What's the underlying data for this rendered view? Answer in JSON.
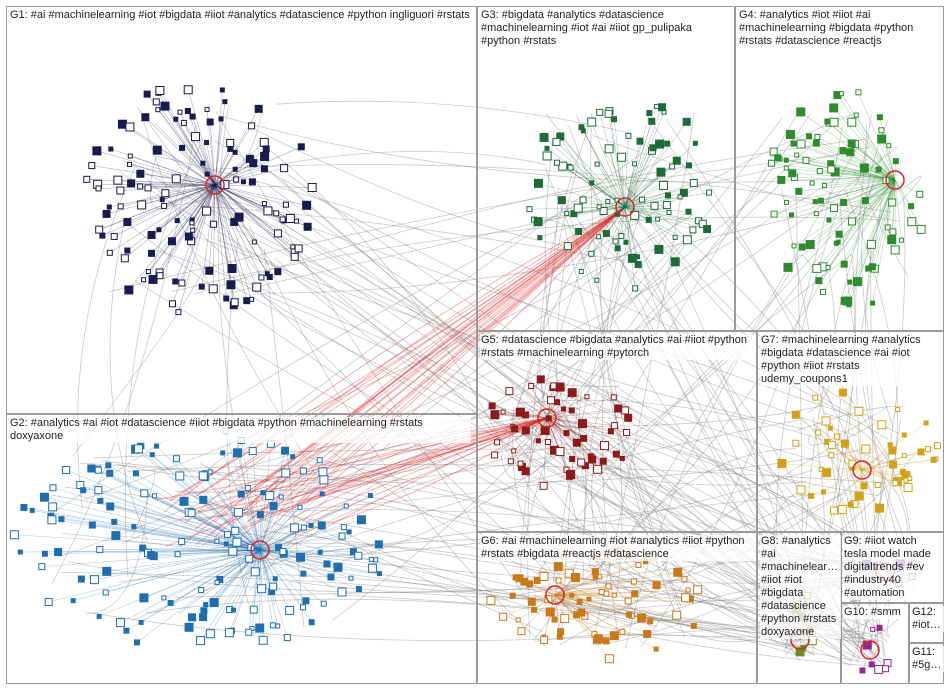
{
  "groups": [
    {
      "id": "G1",
      "label": "G1: #ai #machinelearning #iot #bigdata #iiot #analytics #datascience #python ingliguori #rstats",
      "color": "#1a1a4d"
    },
    {
      "id": "G2",
      "label": "G2: #analytics #ai #iot #datascience #iiot #bigdata #python #machinelearning #rstats doxyaxone",
      "color": "#1f6fb0"
    },
    {
      "id": "G3",
      "label": "G3: #bigdata #analytics #datascience #machinelearning #iot #ai #iiot gp_pulipaka #python #rstats",
      "color": "#1e6b3a"
    },
    {
      "id": "G4",
      "label": "G4: #analytics #iot #iiot #ai #machinelearning #bigdata #python #rstats #datascience #reactjs",
      "color": "#2e8b2e"
    },
    {
      "id": "G5",
      "label": "G5: #datascience #bigdata #analytics #ai #iiot #python #rstats #machinelearning #pytorch",
      "color": "#8b1a1a"
    },
    {
      "id": "G6",
      "label": "G6: #ai #machinelearning #iot #analytics #iiot #python #rstats #bigdata #reactjs #datascience",
      "color": "#c87a1a"
    },
    {
      "id": "G7",
      "label": "G7: #machinelearning #analytics #bigdata #datascience #ai #iot #python #iiot #rstats udemy_coupons1",
      "color": "#d4a017"
    },
    {
      "id": "G8",
      "label": "G8: #analytics #ai #machinelear… #iiot #iot #bigdata #datascience #python #rstats doxyaxone",
      "color": "#6b8e23"
    },
    {
      "id": "G9",
      "label": "G9: #iiot watch tesla model made digitaltrends #ev #industry40 #automation",
      "color": "#6a3d9a"
    },
    {
      "id": "G10",
      "label": "G10: #smm",
      "color": "#8e2a8e"
    },
    {
      "id": "G11",
      "label": "G11: #5g…",
      "color": "#6a3d9a"
    },
    {
      "id": "G12",
      "label": "G12: #iot…",
      "color": "#555555"
    }
  ]
}
